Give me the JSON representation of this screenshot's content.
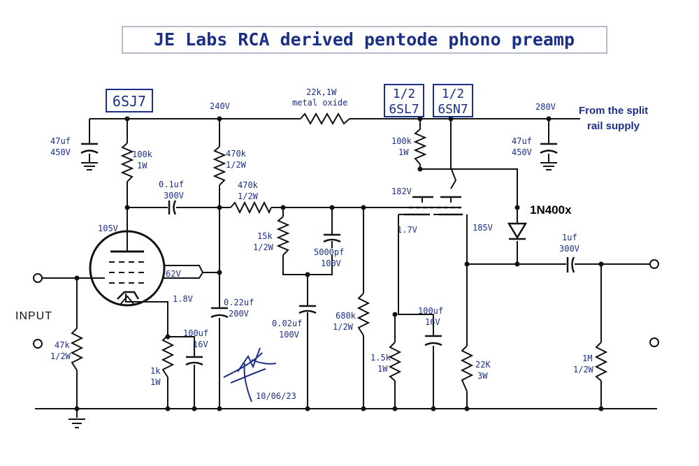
{
  "title": "JE Labs RCA derived pentode phono preamp",
  "colors": {
    "ink": "#111111",
    "blue": "#1b2f86",
    "black": "#000000"
  },
  "tubes": {
    "pentode": "6SJ7",
    "half1": "1/2",
    "triode1": "6SL7",
    "half2": "1/2",
    "triode2": "6SN7"
  },
  "voltages": {
    "rail240": "240V",
    "rail280": "280V",
    "plate105": "105V",
    "screen62": "62V",
    "cathode18": "1.8V",
    "plate182": "182V",
    "cathode17": "1.7V",
    "cathode185": "185V"
  },
  "supply_note": [
    "From the split",
    "rail supply"
  ],
  "diode": "1N400x",
  "input_label": "INPUT",
  "components": {
    "c_47_left": [
      "47uf",
      "450V"
    ],
    "r_100k_plate": [
      "100k",
      "1W"
    ],
    "r_470k_screen": [
      "470k",
      "1/2W"
    ],
    "r_22k_dropper": [
      "22k,1W",
      "metal oxide"
    ],
    "r_100k_triode": [
      "100k",
      "1W"
    ],
    "c_47_right": [
      "47uf",
      "450V"
    ],
    "c_01_coupling": [
      "0.1uf",
      "300V"
    ],
    "r_470k_series": [
      "470k",
      "1/2W"
    ],
    "r_15k": [
      "15k",
      "1/2W"
    ],
    "c_5000pf": [
      "5000pf",
      "100V"
    ],
    "c_022_screen": [
      "0.22uf",
      "200V"
    ],
    "c_002": [
      "0.02uf",
      "100V"
    ],
    "r_680k": [
      "680k",
      "1/2W"
    ],
    "r_47k_input": [
      "47k",
      "1/2W"
    ],
    "r_1k_cathode": [
      "1k",
      "1W"
    ],
    "c_100_cathode": [
      "100uf",
      "16V"
    ],
    "c_100_triode": [
      "100uf",
      "16V"
    ],
    "r_15k_triode": [
      "1.5k",
      "1W"
    ],
    "r_22k_cathode": [
      "22K",
      "3W"
    ],
    "c_1uf_output": [
      "1uf",
      "300V"
    ],
    "r_1m_output": [
      "1M",
      "1/2W"
    ]
  },
  "signature_date": "10/06/23"
}
